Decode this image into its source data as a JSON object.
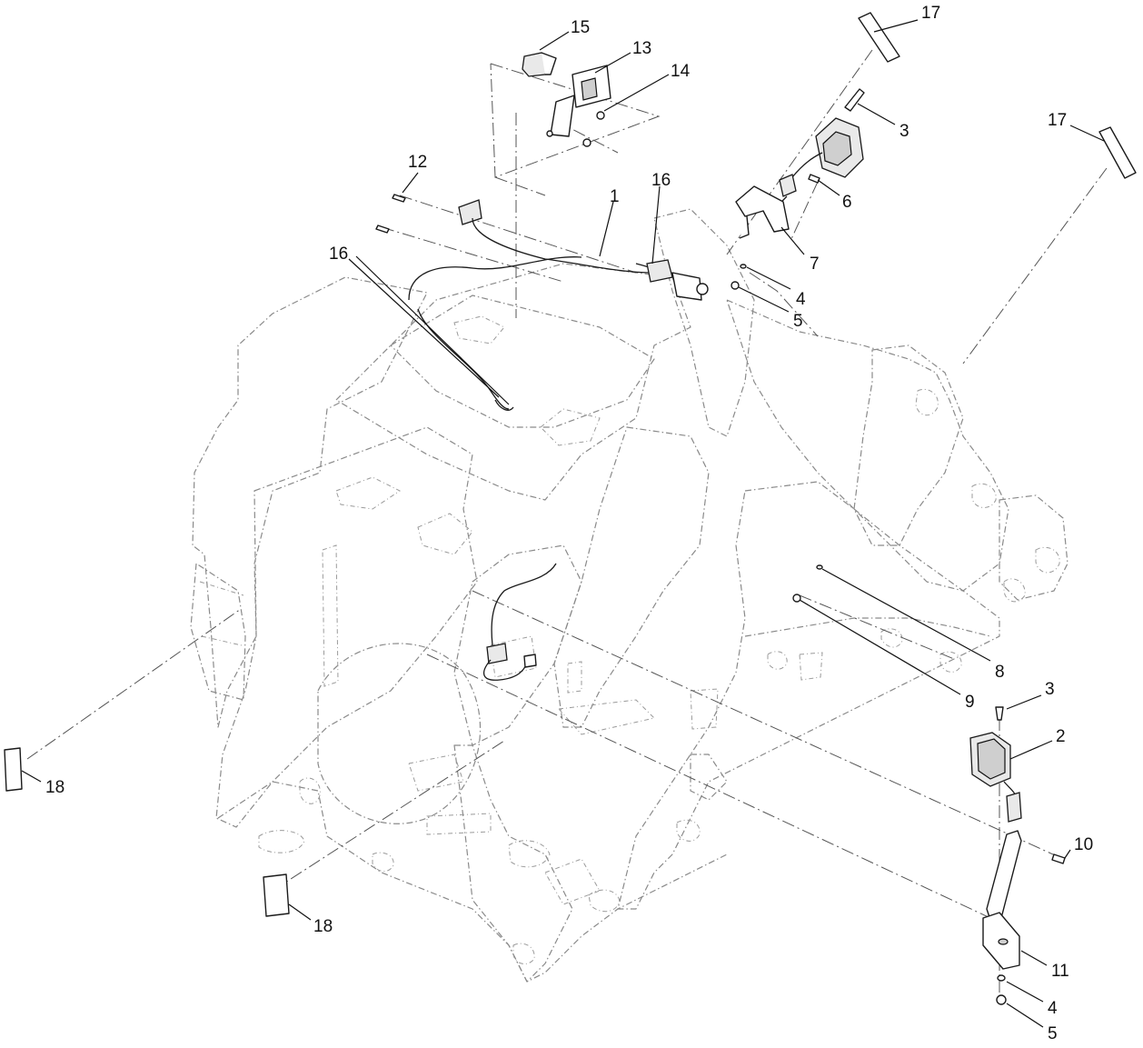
{
  "callouts": {
    "c1": "1",
    "c2": "2",
    "c3a": "3",
    "c3b": "3",
    "c4a": "4",
    "c4b": "4",
    "c5a": "5",
    "c5b": "5",
    "c6": "6",
    "c7": "7",
    "c8": "8",
    "c9": "9",
    "c10": "10",
    "c11": "11",
    "c12": "12",
    "c13": "13",
    "c14": "14",
    "c15": "15",
    "c16a": "16",
    "c16b": "16",
    "c17a": "17",
    "c17b": "17",
    "c18a": "18",
    "c18b": "18"
  }
}
